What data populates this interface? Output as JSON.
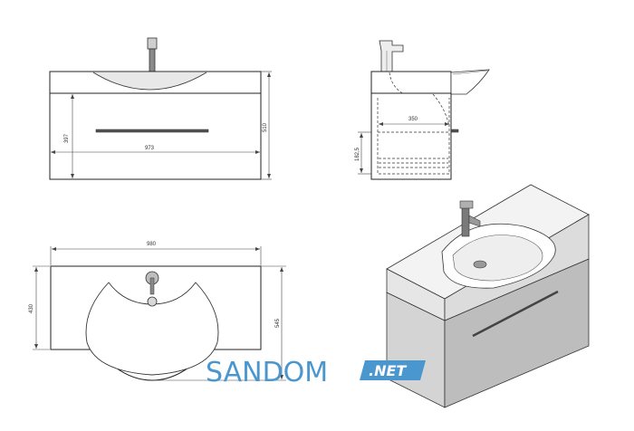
{
  "dimensions": {
    "front_height_inner": "397",
    "front_width": "973",
    "front_height_total": "510",
    "side_depth": "350",
    "side_height": "182,5",
    "top_width": "980",
    "top_depth_left": "430",
    "top_depth_right": "545"
  },
  "watermark": {
    "main": "SANDOM",
    "suffix": ".NET"
  },
  "colors": {
    "line": "#222222",
    "watermark": "#4a96cf",
    "cabinet_front": "#d4d4d4",
    "cabinet_side": "#9a9a9a",
    "basin": "#f2f2f2"
  }
}
